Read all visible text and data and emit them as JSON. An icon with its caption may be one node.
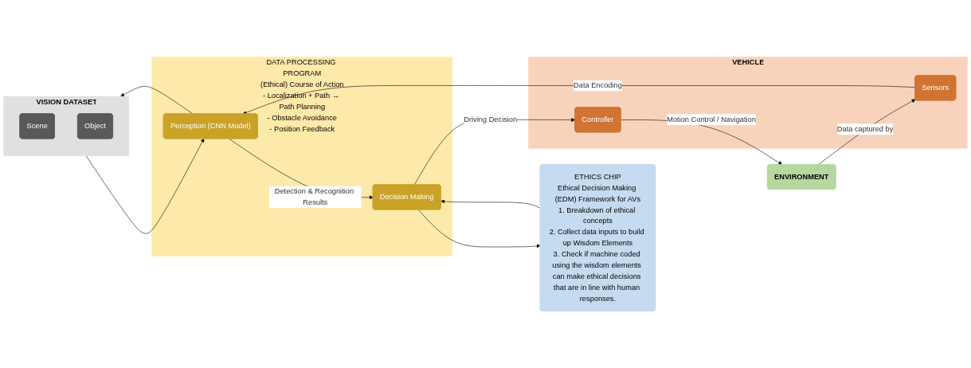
{
  "diagram": {
    "nodes": [
      {
        "text": [
          "ENVIRONMENT"
        ]
      },
      {
        "text": [
          "VEHICLE"
        ]
      },
      {
        "text": [
          "Sensors"
        ],
        "in": 1
      },
      {
        "text": [
          "Controller"
        ],
        "in": 1
      },
      {
        "text": [
          "DATA PROCESSING PROGRAM",
          "(Ethical) Course of Action",
          "- Localization + Path → Path Planning",
          "- Obstacle Avoidance",
          "- Position Feedback"
        ]
      },
      {
        "text": [
          "Perception (CNN Model)"
        ],
        "in": 4
      },
      {
        "text": [
          "Decision Making"
        ],
        "in": 4
      },
      {
        "text": [
          "VISION DATASET"
        ]
      },
      {
        "text": [
          "Scene"
        ],
        "in": 7
      },
      {
        "text": [
          "Object"
        ],
        "in": 7
      },
      {
        "text": [
          "ETHICS CHIP",
          "Ethical Decision Making (EDM) Framework for AVs",
          "1. Breakdown of ethical concepts",
          "2. Collect data inputs to build up Wisdom Elements",
          "3. Check if machine coded using the wisdom elements can make ethical decisions that are in line with human responses."
        ]
      }
    ],
    "edges": [
      {
        "from": 0,
        "to": 2,
        "label": "Data captured by",
        "arrow": "to"
      },
      {
        "from": 2,
        "to": 5,
        "label": "Data Encoding",
        "arrow": "to"
      },
      {
        "from": 5,
        "to": 7,
        "arrow": "to"
      },
      {
        "from": 7,
        "to": 5,
        "arrow": "to"
      },
      {
        "from": 5,
        "to": 6,
        "label": "Detection & Recognition Results",
        "arrow": "to"
      },
      {
        "from": 6,
        "to": 10,
        "arrow": "to"
      },
      {
        "from": 10,
        "to": 6,
        "arrow": "to"
      },
      {
        "from": 6,
        "to": 3,
        "label": "Driving Decision",
        "arrow": "to"
      },
      {
        "from": 3,
        "to": 0,
        "label": "Motion Control / Navigation",
        "arrow": "to"
      }
    ]
  }
}
